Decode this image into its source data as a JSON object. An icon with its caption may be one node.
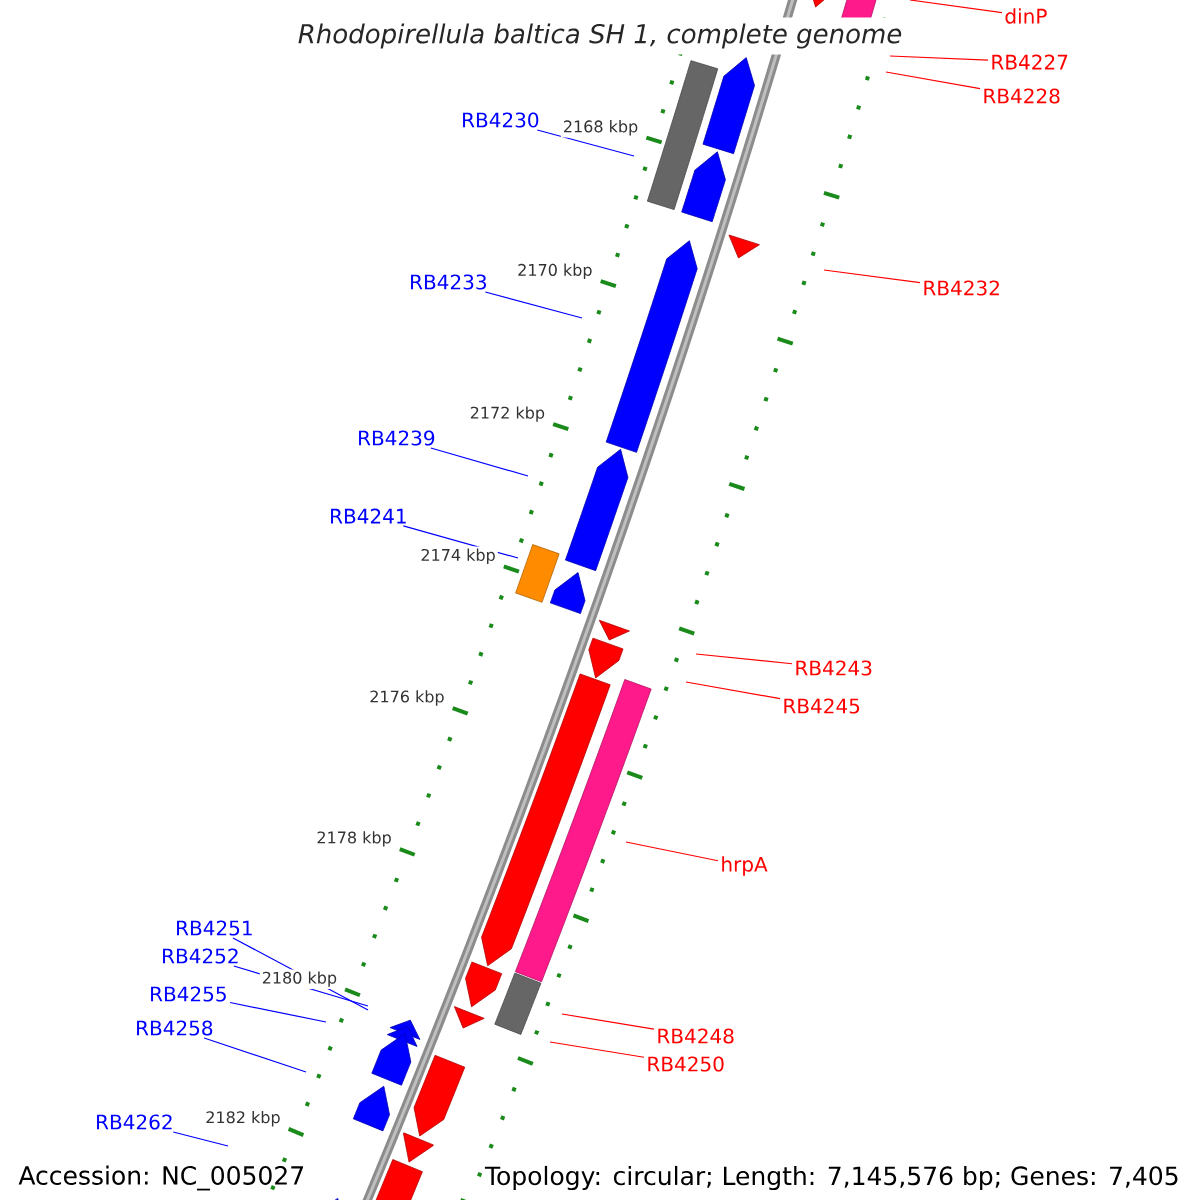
{
  "diagram": {
    "title": "Rhodopirellula baltica SH 1, complete genome",
    "nodes": [
      {
        "text": [
          "dinP"
        ]
      },
      {
        "text": [
          "RB4227"
        ]
      },
      {
        "text": [
          "RB4228"
        ]
      },
      {
        "text": [
          "RB4230"
        ]
      },
      {
        "text": [
          "RB4233"
        ]
      },
      {
        "text": [
          "RB4232"
        ]
      },
      {
        "text": [
          "RB4239"
        ]
      },
      {
        "text": [
          "RB4241"
        ]
      },
      {
        "text": [
          "RB4243"
        ]
      },
      {
        "text": [
          "RB4245"
        ]
      },
      {
        "text": [
          "hrpA"
        ]
      },
      {
        "text": [
          "RB4251"
        ]
      },
      {
        "text": [
          "RB4252"
        ]
      },
      {
        "text": [
          "RB4255"
        ]
      },
      {
        "text": [
          "RB4258"
        ]
      },
      {
        "text": [
          "RB4248"
        ]
      },
      {
        "text": [
          "RB4250"
        ]
      },
      {
        "text": [
          "RB4262"
        ]
      }
    ],
    "edges": [
      {
        "from": 0,
        "to": null,
        "arrow": "none",
        "color": "#ff0000"
      },
      {
        "from": 1,
        "to": null,
        "arrow": "none",
        "color": "#ff0000"
      },
      {
        "from": 2,
        "to": null,
        "arrow": "none",
        "color": "#ff0000"
      },
      {
        "from": 3,
        "to": null,
        "arrow": "none",
        "color": "#0000ff"
      },
      {
        "from": 4,
        "to": null,
        "arrow": "none",
        "color": "#0000ff"
      },
      {
        "from": 5,
        "to": null,
        "arrow": "none",
        "color": "#ff0000"
      },
      {
        "from": 6,
        "to": null,
        "arrow": "none",
        "color": "#0000ff"
      },
      {
        "from": 7,
        "to": null,
        "arrow": "none",
        "color": "#0000ff"
      },
      {
        "from": 8,
        "to": null,
        "arrow": "none",
        "color": "#ff0000"
      },
      {
        "from": 9,
        "to": null,
        "arrow": "none",
        "color": "#ff0000"
      },
      {
        "from": 10,
        "to": null,
        "arrow": "none",
        "color": "#ff0000"
      },
      {
        "from": 11,
        "to": null,
        "arrow": "none",
        "color": "#0000ff"
      },
      {
        "from": 12,
        "to": null,
        "arrow": "none",
        "color": "#0000ff"
      },
      {
        "from": 13,
        "to": null,
        "arrow": "none",
        "color": "#0000ff"
      },
      {
        "from": 14,
        "to": null,
        "arrow": "none",
        "color": "#0000ff"
      },
      {
        "from": 15,
        "to": null,
        "arrow": "none",
        "color": "#ff0000"
      },
      {
        "from": 16,
        "to": null,
        "arrow": "none",
        "color": "#ff0000"
      },
      {
        "from": 17,
        "to": null,
        "arrow": "none",
        "color": "#0000ff"
      }
    ],
    "labels": [
      "2168 kbp",
      "2170 kbp",
      "2172 kbp",
      "2174 kbp",
      "2176 kbp",
      "2178 kbp",
      "2180 kbp",
      "2182 kbp",
      "Accession: NC_005027",
      "Topology: circular; Length: 7,145,576 bp; Genes: 7,405"
    ]
  }
}
